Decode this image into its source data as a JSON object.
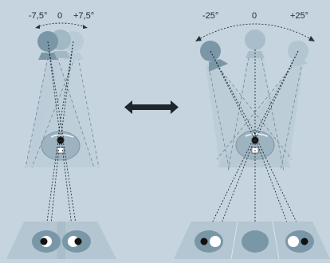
{
  "left_panel": {
    "angle_labels": [
      "-7,5°",
      "0",
      "+7,5°"
    ]
  },
  "right_panel": {
    "angle_labels": [
      "-25°",
      "0",
      "+25°"
    ]
  },
  "colors": {
    "background": "#c5d4de",
    "head_dark": "#7a97a8",
    "head_light": "#b9cbd6",
    "eye_disc": "#9db3c0",
    "floor": "#b3c6d1",
    "line": "#26323a",
    "arrow": "#1e252b"
  },
  "icons": [
    "double-arrow-icon",
    "head-icon",
    "eye-disc-icon",
    "pupil-icon"
  ]
}
